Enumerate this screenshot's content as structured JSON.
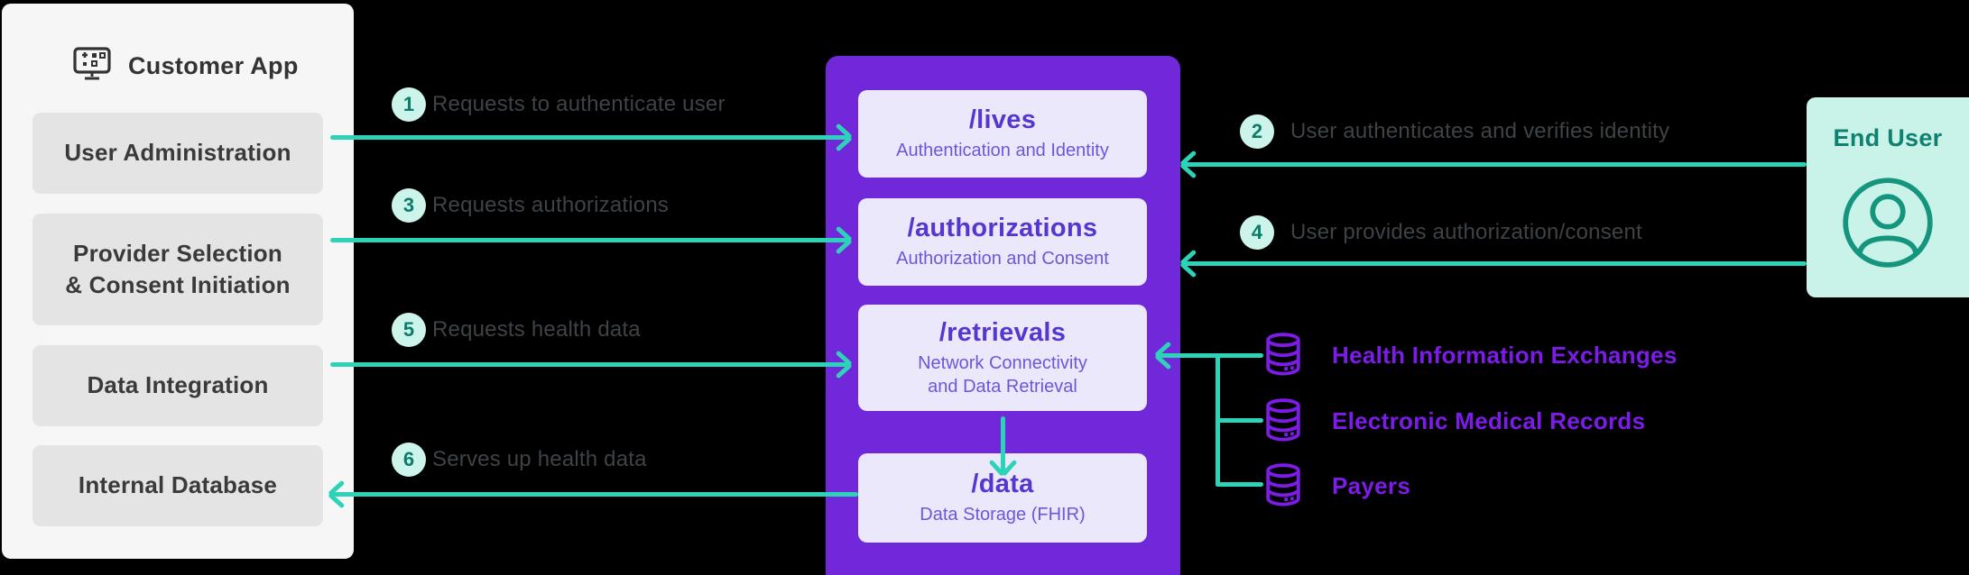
{
  "customer_app": {
    "title": "Customer App",
    "boxes": [
      {
        "label": "User Administration"
      },
      {
        "label": "Provider Selection\n& Consent Initiation"
      },
      {
        "label": "Data Integration"
      },
      {
        "label": "Internal Database"
      }
    ]
  },
  "api": {
    "endpoints": [
      {
        "path": "/lives",
        "desc": "Authentication and Identity"
      },
      {
        "path": "/authorizations",
        "desc": "Authorization and Consent"
      },
      {
        "path": "/retrievals",
        "desc": "Network Connectivity\nand Data Retrieval"
      },
      {
        "path": "/data",
        "desc": "Data Storage (FHIR)"
      }
    ]
  },
  "steps": [
    {
      "num": "1",
      "label": "Requests to authenticate user",
      "direction": "right"
    },
    {
      "num": "2",
      "label": "User authenticates and verifies identity",
      "direction": "left"
    },
    {
      "num": "3",
      "label": "Requests authorizations",
      "direction": "right"
    },
    {
      "num": "4",
      "label": "User provides authorization/consent",
      "direction": "left"
    },
    {
      "num": "5",
      "label": "Requests health data",
      "direction": "right"
    },
    {
      "num": "6",
      "label": "Serves up health data",
      "direction": "left"
    }
  ],
  "end_user": {
    "title": "End User"
  },
  "sources": [
    {
      "label": "Health Information Exchanges"
    },
    {
      "label": "Electronic Medical Records"
    },
    {
      "label": "Payers"
    }
  ],
  "colors": {
    "background": "#000000",
    "left_panel_bg": "#f6f6f6",
    "left_box_bg": "#e4e4e4",
    "left_box_text": "#3a3a3a",
    "api_panel_bg": "#7128d9",
    "endpoint_box_bg": "#ebe8fc",
    "endpoint_title": "#5537d0",
    "endpoint_desc": "#6b58d8",
    "arrow_teal": "#2dd3b8",
    "badge_bg": "#cdf4ea",
    "badge_text": "#0c7b6a",
    "step_label": "#3e4347",
    "end_user_bg": "#c9f3e8",
    "end_user_text": "#0e8170",
    "source_label": "#7d1ce8"
  }
}
